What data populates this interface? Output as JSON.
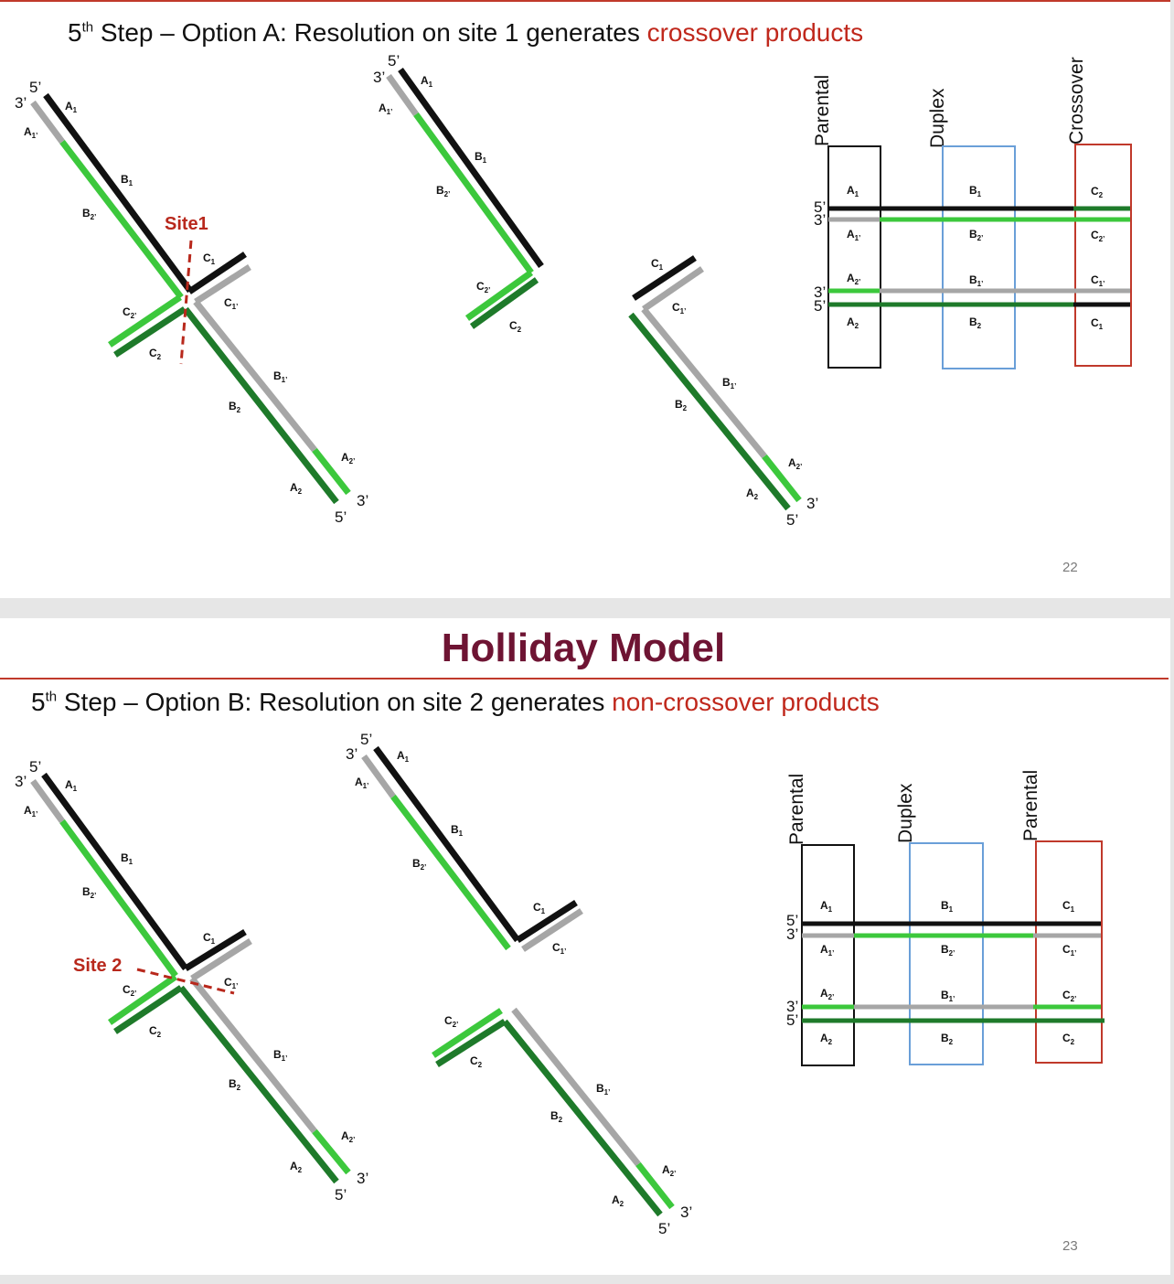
{
  "slide1": {
    "heading": {
      "step_number": "5",
      "step_suffix": "th",
      "text": " Step – Option A: Resolution on site 1 generates ",
      "highlight": "crossover products"
    },
    "site_label": "Site1",
    "columns": [
      "Parental",
      "Duplex",
      "Crossover"
    ],
    "table_rows": [
      {
        "cells": [
          {
            "letter": "A",
            "sub": "1"
          },
          {
            "letter": "B",
            "sub": "1"
          },
          {
            "letter": "C",
            "sub": "2"
          }
        ]
      },
      {
        "cells": [
          {
            "letter": "A",
            "sub": "1’"
          },
          {
            "letter": "B",
            "sub": "2’"
          },
          {
            "letter": "C",
            "sub": "2’"
          }
        ]
      },
      {
        "cells": [
          {
            "letter": "A",
            "sub": "2’"
          },
          {
            "letter": "B",
            "sub": "1’"
          },
          {
            "letter": "C",
            "sub": "1’"
          }
        ]
      },
      {
        "cells": [
          {
            "letter": "A",
            "sub": "2"
          },
          {
            "letter": "B",
            "sub": "2"
          },
          {
            "letter": "C",
            "sub": "1"
          }
        ]
      }
    ],
    "page_number": "22"
  },
  "slide2": {
    "title": "Holliday Model",
    "heading": {
      "step_number": "5",
      "step_suffix": "th",
      "text": " Step – Option B: Resolution on site 2 generates ",
      "highlight": "non-crossover products"
    },
    "site_label": "Site 2",
    "columns": [
      "Parental",
      "Duplex",
      "Parental"
    ],
    "table_rows": [
      {
        "cells": [
          {
            "letter": "A",
            "sub": "1"
          },
          {
            "letter": "B",
            "sub": "1"
          },
          {
            "letter": "C",
            "sub": "1"
          }
        ]
      },
      {
        "cells": [
          {
            "letter": "A",
            "sub": "1’"
          },
          {
            "letter": "B",
            "sub": "2’"
          },
          {
            "letter": "C",
            "sub": "1’"
          }
        ]
      },
      {
        "cells": [
          {
            "letter": "A",
            "sub": "2’"
          },
          {
            "letter": "B",
            "sub": "1’"
          },
          {
            "letter": "C",
            "sub": "2’"
          }
        ]
      },
      {
        "cells": [
          {
            "letter": "A",
            "sub": "2"
          },
          {
            "letter": "B",
            "sub": "2"
          },
          {
            "letter": "C",
            "sub": "2"
          }
        ]
      }
    ],
    "page_number": "23"
  },
  "strand_labels": {
    "A1": {
      "letter": "A",
      "sub": "1"
    },
    "A1p": {
      "letter": "A",
      "sub": "1’"
    },
    "A2": {
      "letter": "A",
      "sub": "2"
    },
    "A2p": {
      "letter": "A",
      "sub": "2’"
    },
    "B1": {
      "letter": "B",
      "sub": "1"
    },
    "B1p": {
      "letter": "B",
      "sub": "1’"
    },
    "B2": {
      "letter": "B",
      "sub": "2"
    },
    "B2p": {
      "letter": "B",
      "sub": "2’"
    },
    "C1": {
      "letter": "C",
      "sub": "1"
    },
    "C1p": {
      "letter": "C",
      "sub": "1’"
    },
    "C2": {
      "letter": "C",
      "sub": "2"
    },
    "C2p": {
      "letter": "C",
      "sub": "2’"
    }
  },
  "end_labels": {
    "five_prime": "5’",
    "three_prime": "3’"
  },
  "colors": {
    "strand_black": "#111111",
    "strand_gray": "#a6a6a6",
    "strand_light_green": "#3cc83c",
    "strand_dark_green": "#1e7a2a",
    "accent_red": "#c0392b",
    "title_maroon": "#6e1433",
    "box_blue": "#6a9fd8"
  }
}
